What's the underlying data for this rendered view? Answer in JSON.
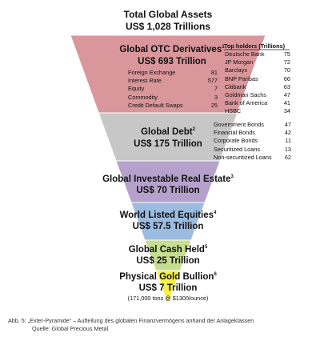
{
  "header": {
    "title": "Total Global Assets",
    "subtitle": "US$ 1,028 Trillions"
  },
  "colors": {
    "otc": "#d9969b",
    "debt": "#c7c7c7",
    "realestate": "#b6a1cc",
    "equities": "#9cbbe0",
    "cash": "#c7dd8f",
    "gold": "#f3f04a"
  },
  "chart_data": {
    "type": "pyramid",
    "title": "Total Global Assets",
    "total": "US$ 1,028 Trillions",
    "levels": [
      {
        "key": "otc",
        "name": "Global OTC Derivatives",
        "footnote": "1",
        "value_label": "US$ 693 Trillion",
        "value": 693,
        "breakdown": [
          {
            "label": "Foreign Exchange",
            "value": "81"
          },
          {
            "label": "Interest Rate",
            "value": "577"
          },
          {
            "label": "Equity",
            "value": "7"
          },
          {
            "label": "Commodity",
            "value": "3"
          },
          {
            "label": "Credit Default Swaps",
            "value": "25"
          }
        ],
        "holders_title": "Top holders (Trillions)",
        "holders": [
          {
            "label": "Deutsche Bank",
            "value": "75"
          },
          {
            "label": "JP Morgan",
            "value": "72"
          },
          {
            "label": "Barclays",
            "value": "70"
          },
          {
            "label": "BNP Paribas",
            "value": "66"
          },
          {
            "label": "Citibank",
            "value": "63"
          },
          {
            "label": "Goldman Sachs",
            "value": "47"
          },
          {
            "label": "Bank of America",
            "value": "41"
          },
          {
            "label": "HSBC",
            "value": "34"
          }
        ]
      },
      {
        "key": "debt",
        "name": "Global Debt",
        "footnote": "2",
        "value_label": "US$ 175 Trillion",
        "value": 175,
        "breakdown": [
          {
            "label": "Government Bonds",
            "value": "47"
          },
          {
            "label": "Financial Bonds",
            "value": "42"
          },
          {
            "label": "Corporate Bonds",
            "value": "11"
          },
          {
            "label": "Securitized Loans",
            "value": "13"
          },
          {
            "label": "Non-securitized Loans",
            "value": "62"
          }
        ]
      },
      {
        "key": "realestate",
        "name": "Global Investable Real Estate",
        "footnote": "3",
        "value_label": "US$ 70 Trillion",
        "value": 70
      },
      {
        "key": "equities",
        "name": "World Listed Equities",
        "footnote": "4",
        "value_label": "US$ 57.5 Trillion",
        "value": 57.5
      },
      {
        "key": "cash",
        "name": "Global Cash Held",
        "footnote": "5",
        "value_label": "US$ 25 Trillion",
        "value": 25
      },
      {
        "key": "gold",
        "name": "Physical Gold Bullion",
        "footnote": "6",
        "value_label": "US$ 7 Trillion",
        "value": 7,
        "note": "(171,000 tons @ $1300/ounce)"
      }
    ]
  },
  "caption": {
    "line1": "Abb. 5: „Exter-Pyramide“ – Aufteilung des globalen Finanzvermögens anhand der Anlageklassen",
    "line2": "Quelle: Global Precious Metal"
  }
}
